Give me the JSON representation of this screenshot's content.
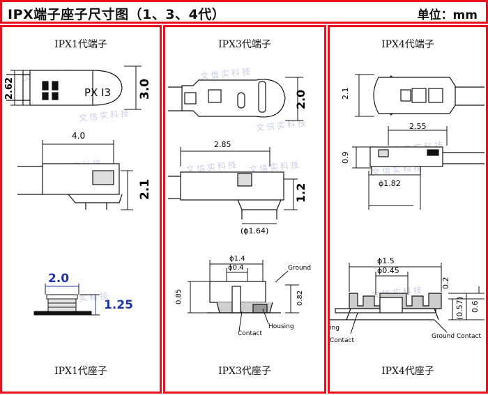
{
  "header": {
    "title": "IPX端子座子尺寸图（1、3、4代）",
    "unit_label": "单位：mm"
  },
  "watermark": "文信实科技",
  "ipx1": {
    "terminal_title": "IPX1代端子",
    "socket_title": "IPX1代座子",
    "mark_text": "PX I3",
    "dims": {
      "terminal_height": "2.62",
      "terminal_width": "3.0",
      "side_length": "4.0",
      "side_height": "2.1",
      "socket_diameter": "2.0",
      "socket_height": "1.25"
    }
  },
  "ipx3": {
    "terminal_title": "IPX3代端子",
    "socket_title": "IPX3代座子",
    "dims": {
      "terminal_width": "2.0",
      "side_length": "2.85",
      "side_height": "1.2",
      "pin_diameter": "(ϕ1.64)",
      "socket_outer": "ϕ1.4",
      "socket_inner": "ϕ0.4",
      "socket_left_h": "0.85",
      "socket_right_h": "0.82"
    },
    "labels": {
      "ground": "Ground",
      "housing": "Housing",
      "contact": "Contact"
    }
  },
  "ipx4": {
    "terminal_title": "IPX4代端子",
    "socket_title": "IPX4代座子",
    "dims": {
      "terminal_height": "2.1",
      "side_length": "2.55",
      "side_height": "0.9",
      "pin_diameter": "ϕ1.82",
      "socket_outer": "ϕ1.5",
      "socket_inner": "ϕ0.45",
      "socket_top_h": "0.2",
      "socket_mid_h": "(0.57)",
      "socket_total_h": "0.6"
    },
    "labels": {
      "housing_cut": "ing",
      "contact": "Contact",
      "ground_contact": "Ground  Contact"
    }
  }
}
